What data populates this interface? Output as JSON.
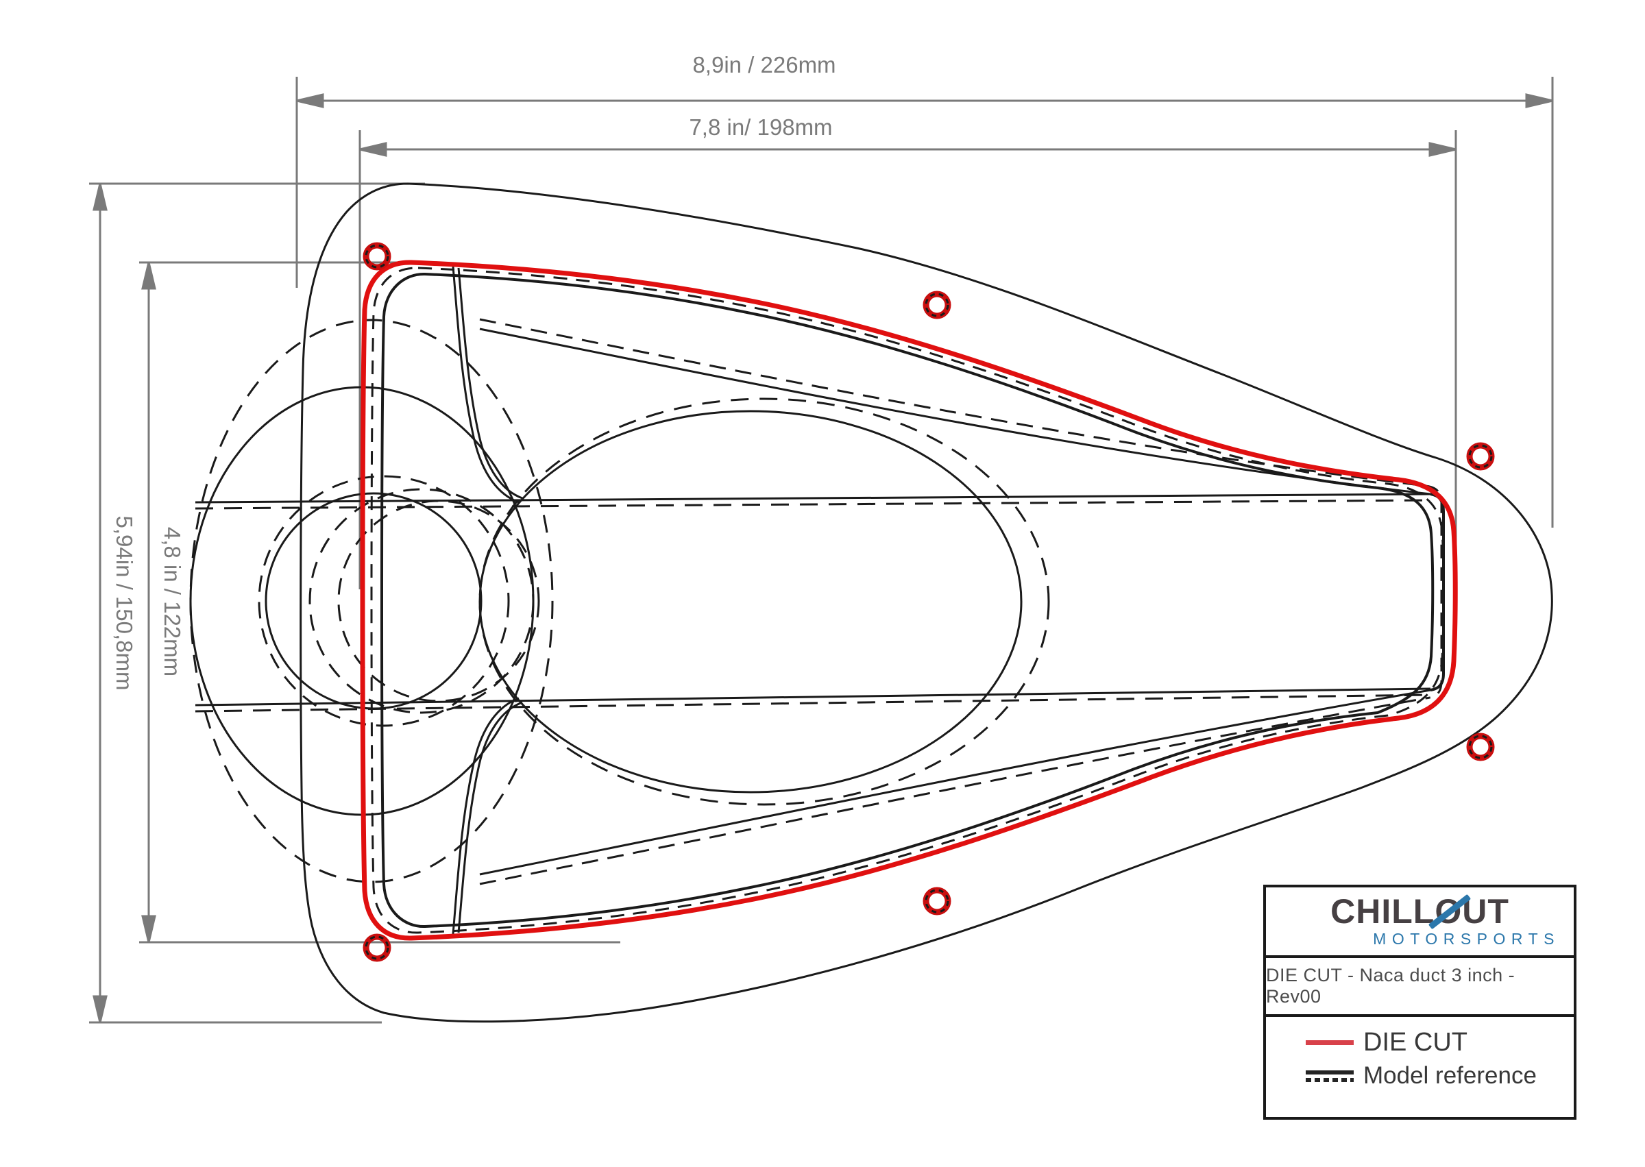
{
  "dimensions": {
    "outer_width": "8,9in / 226mm",
    "inner_width": "7,8 in/ 198mm",
    "outer_height": "5,94in / 150,8mm",
    "inner_height": "4,8 in / 122mm"
  },
  "title_block": {
    "brand": {
      "left": "CHILL",
      "o": "O",
      "right": "UT",
      "sub": "MOTORSPORTS"
    },
    "doc_title": "DIE CUT - Naca duct 3 inch - Rev00",
    "legend": {
      "die_cut": "DIE CUT",
      "model_reference": "Model reference"
    }
  },
  "colors": {
    "die_cut_red": "#e01010",
    "legend_red": "#d8414a",
    "model_black": "#1a1a1a",
    "dimension_gray": "#7a7a7a",
    "hole_red": "#c90f0f",
    "brand_dark": "#464043",
    "brand_blue": "#2b77ab"
  }
}
